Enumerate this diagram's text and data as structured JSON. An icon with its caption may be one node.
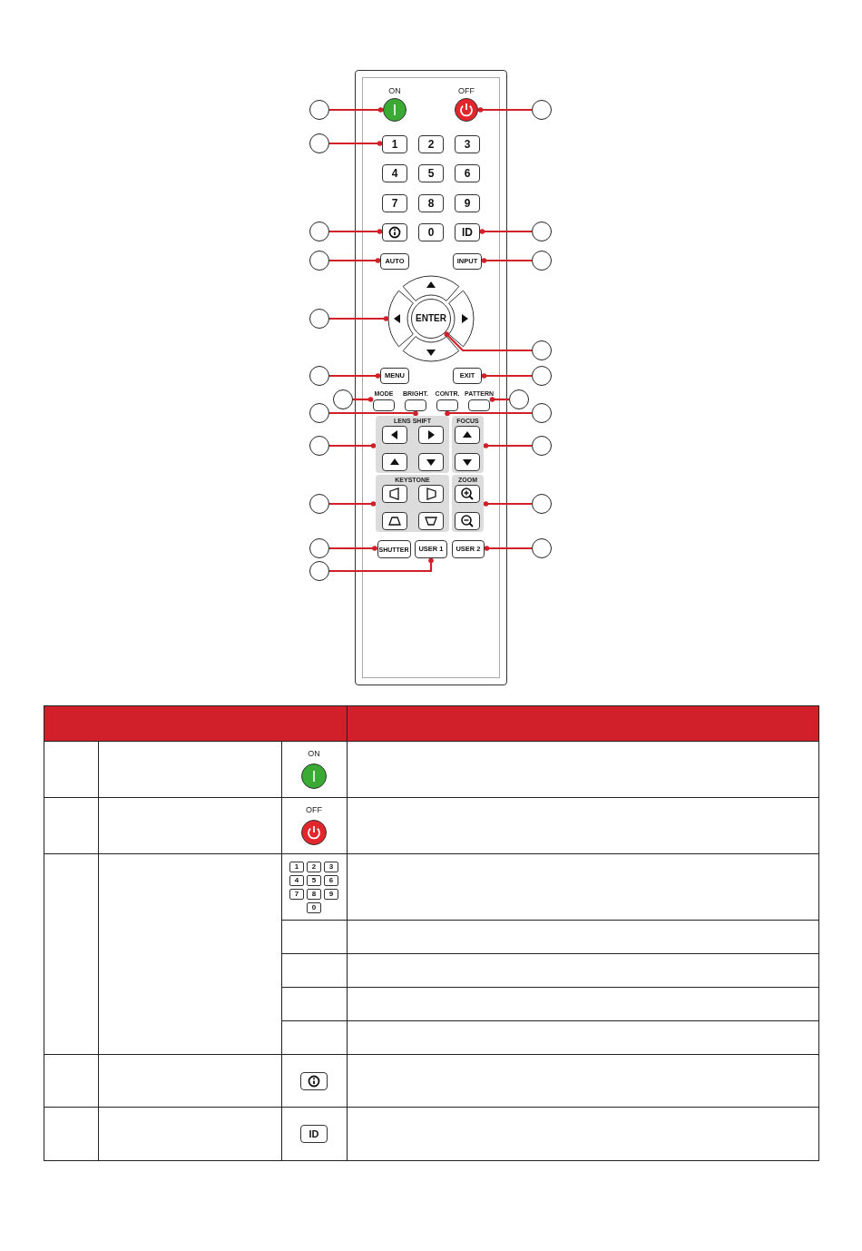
{
  "diagram": {
    "nodes": [
      {
        "text": [],
        "shape": "circle"
      },
      {
        "text": [
          "ON"
        ]
      },
      {
        "text": [
          "OFF"
        ]
      },
      {
        "text": [],
        "shape": "circle"
      },
      {
        "text": [],
        "shape": "circle"
      },
      {
        "text": [
          "1"
        ]
      },
      {
        "text": [
          "2"
        ]
      },
      {
        "text": [
          "3"
        ]
      },
      {
        "text": [
          "4"
        ]
      },
      {
        "text": [
          "5"
        ]
      },
      {
        "text": [
          "6"
        ]
      },
      {
        "text": [
          "7"
        ]
      },
      {
        "text": [
          "8"
        ]
      },
      {
        "text": [
          "9"
        ]
      },
      {
        "text": [],
        "shape": "circle"
      },
      {
        "text": [],
        "shape": "button"
      },
      {
        "text": [
          "0"
        ]
      },
      {
        "text": [
          "ID"
        ]
      },
      {
        "text": [],
        "shape": "circle"
      },
      {
        "text": [],
        "shape": "circle"
      },
      {
        "text": [
          "AUTO"
        ]
      },
      {
        "text": [
          "INPUT"
        ]
      },
      {
        "text": [],
        "shape": "circle"
      },
      {
        "text": [],
        "shape": "button"
      },
      {
        "text": [],
        "shape": "circle"
      },
      {
        "text": [],
        "shape": "button"
      },
      {
        "text": [
          "ENTER"
        ]
      },
      {
        "text": [],
        "shape": "button"
      },
      {
        "text": [],
        "shape": "button"
      },
      {
        "text": [],
        "shape": "circle"
      },
      {
        "text": [],
        "shape": "circle"
      },
      {
        "text": [
          "MENU"
        ]
      },
      {
        "text": [
          "EXIT"
        ]
      },
      {
        "text": [],
        "shape": "circle"
      },
      {
        "text": [],
        "shape": "circle"
      },
      {
        "text": [
          "MODE"
        ]
      },
      {
        "text": [
          "BRIGHT."
        ]
      },
      {
        "text": [
          "CONTR."
        ]
      },
      {
        "text": [
          "PATTERN"
        ]
      },
      {
        "text": [],
        "shape": "circle"
      },
      {
        "text": [],
        "shape": "circle"
      },
      {
        "text": [],
        "shape": "circle"
      },
      {
        "text": [
          "LENS SHIFT"
        ]
      },
      {
        "text": [
          "FOCUS"
        ]
      },
      {
        "text": [],
        "shape": "circle"
      },
      {
        "text": [],
        "shape": "circle"
      },
      {
        "text": [
          "KEYSTONE"
        ]
      },
      {
        "text": [
          "ZOOM"
        ]
      },
      {
        "text": [],
        "shape": "circle"
      },
      {
        "text": [],
        "shape": "circle"
      },
      {
        "text": [],
        "shape": "circle"
      },
      {
        "text": [
          "SHUTTER"
        ]
      },
      {
        "text": [
          "USER 1"
        ]
      },
      {
        "text": [
          "USER 2"
        ]
      },
      {
        "text": [],
        "shape": "circle"
      },
      {
        "text": [],
        "shape": "circle"
      }
    ],
    "edges": [
      {
        "from": 0,
        "to": 1,
        "arrow": "other"
      },
      {
        "from": 3,
        "to": 2,
        "arrow": "other"
      },
      {
        "from": 4,
        "to": 5,
        "arrow": "other"
      },
      {
        "from": 14,
        "to": 15,
        "arrow": "other"
      },
      {
        "from": 18,
        "to": 17,
        "arrow": "other"
      },
      {
        "from": 19,
        "to": 20,
        "arrow": "other"
      },
      {
        "from": 22,
        "to": 21,
        "arrow": "other"
      },
      {
        "from": 24,
        "to": 25,
        "arrow": "other"
      },
      {
        "from": 29,
        "to": 26,
        "arrow": "other"
      },
      {
        "from": 30,
        "to": 31,
        "arrow": "other"
      },
      {
        "from": 33,
        "to": 32,
        "arrow": "other"
      },
      {
        "from": 34,
        "to": 35,
        "arrow": "other"
      },
      {
        "from": 39,
        "to": 38,
        "arrow": "other"
      },
      {
        "from": 40,
        "to": 36,
        "arrow": "other"
      },
      {
        "from": 41,
        "to": 37,
        "arrow": "other"
      },
      {
        "from": 44,
        "to": 42,
        "arrow": "other"
      },
      {
        "from": 45,
        "to": 43,
        "arrow": "other"
      },
      {
        "from": 48,
        "to": 46,
        "arrow": "other"
      },
      {
        "from": 49,
        "to": 47,
        "arrow": "other"
      },
      {
        "from": 50,
        "to": 51,
        "arrow": "other"
      },
      {
        "from": 54,
        "to": 53,
        "arrow": "other"
      },
      {
        "from": 55,
        "to": 52,
        "arrow": "other"
      }
    ],
    "labels": [
      "ON",
      "OFF",
      "1",
      "2",
      "3",
      "4",
      "5",
      "6",
      "7",
      "8",
      "9",
      "0",
      "ID"
    ]
  }
}
